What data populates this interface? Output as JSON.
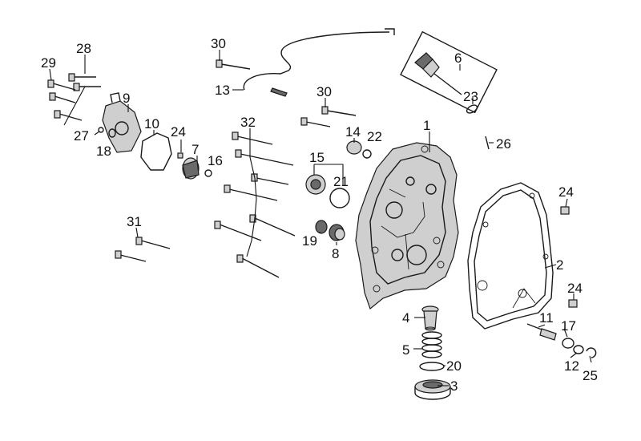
{
  "callouts": [
    "1",
    "2",
    "3",
    "4",
    "5",
    "6",
    "7",
    "8",
    "9",
    "10",
    "11",
    "12",
    "13",
    "14",
    "15",
    "16",
    "17",
    "18",
    "19",
    "20",
    "21",
    "22",
    "23",
    "24",
    "24",
    "24",
    "25",
    "26",
    "27",
    "28",
    "29",
    "30",
    "30",
    "31",
    "32"
  ]
}
